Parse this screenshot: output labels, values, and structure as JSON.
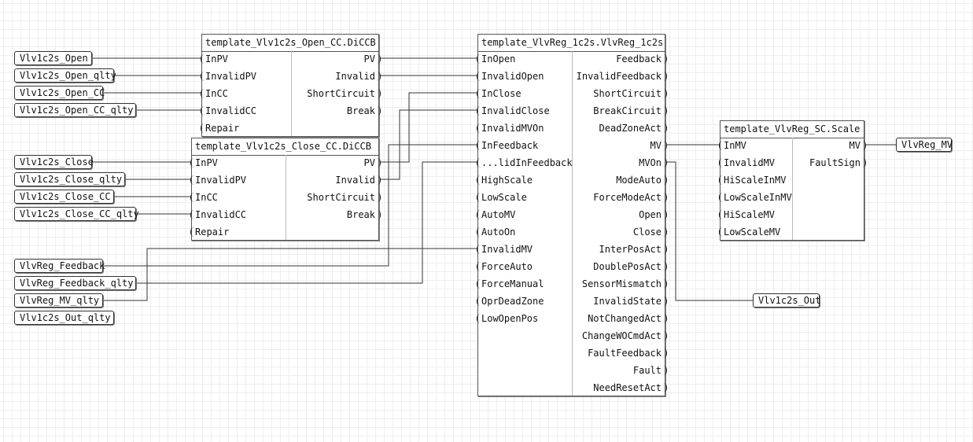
{
  "tags": {
    "open": "Vlv1c2s_Open",
    "open_qlty": "Vlv1c2s_Open_qlty",
    "open_cc": "Vlv1c2s_Open_CC",
    "open_cc_qlty": "Vlv1c2s_Open_CC_qlty",
    "close": "Vlv1c2s_Close",
    "close_qlty": "Vlv1c2s_Close_qlty",
    "close_cc": "Vlv1c2s_Close_CC",
    "close_cc_qlty": "Vlv1c2s_Close_CC_qlty",
    "feedback": "VlvReg_Feedback",
    "feedback_qlty": "VlvReg_Feedback_qlty",
    "mv_qlty": "VlvReg_MV_qlty",
    "out_qlty": "Vlv1c2s_Out_qlty",
    "mv": "VlvReg_MV",
    "out": "Vlv1c2s_Out"
  },
  "blocks": {
    "open_cc": {
      "title": "template_Vlv1c2s_Open_CC.DiCCB",
      "inputs": [
        "InPV",
        "InvalidPV",
        "InCC",
        "InvalidCC",
        "Repair"
      ],
      "outputs": [
        "PV",
        "Invalid",
        "ShortCircuit",
        "Break"
      ]
    },
    "close_cc": {
      "title": "template_Vlv1c2s_Close_CC.DiCCB",
      "inputs": [
        "InPV",
        "InvalidPV",
        "InCC",
        "InvalidCC",
        "Repair"
      ],
      "outputs": [
        "PV",
        "Invalid",
        "ShortCircuit",
        "Break"
      ]
    },
    "vlvreg": {
      "title": "template_VlvReg_1c2s.VlvReg_1c2s",
      "inputs": [
        "InOpen",
        "InvalidOpen",
        "InClose",
        "InvalidClose",
        "InvalidMVOn",
        "InFeedback",
        "...lidInFeedback",
        "HighScale",
        "LowScale",
        "AutoMV",
        "AutoOn",
        "InvalidMV",
        "ForceAuto",
        "ForceManual",
        "OprDeadZone",
        "LowOpenPos"
      ],
      "outputs": [
        "Feedback",
        "InvalidFeedback",
        "ShortCircuit",
        "BreakCircuit",
        "DeadZoneAct",
        "MV",
        "MVOn",
        "ModeAuto",
        "ForceModeAct",
        "Open",
        "Close",
        "InterPosAct",
        "DoublePosAct",
        "SensorMismatch",
        "InvalidState",
        "NotChangedAct",
        "ChangeWOCmdAct",
        "FaultFeedback",
        "Fault",
        "NeedResetAct"
      ]
    },
    "scale": {
      "title": "template_VlvReg_SC.Scale",
      "inputs": [
        "InMV",
        "InvalidMV",
        "HiScaleInMV",
        "LowScaleInMV",
        "HiScaleMV",
        "LowScaleMV"
      ],
      "outputs": [
        "MV",
        "FaultSign"
      ]
    }
  }
}
